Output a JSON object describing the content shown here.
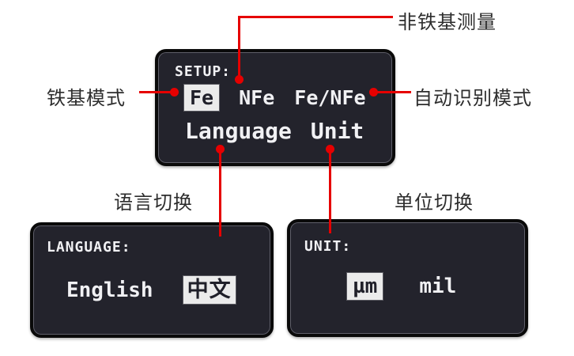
{
  "colors": {
    "annotation_red": "#e60000",
    "screen_bg": "#23232c",
    "screen_text": "#f1f1f4",
    "highlight_bg": "#ebebeb",
    "highlight_text": "#20202a",
    "label_text": "#2d2d2d"
  },
  "screens": {
    "setup": {
      "title": "SETUP:",
      "modes": [
        {
          "label": "Fe",
          "selected": true
        },
        {
          "label": "NFe",
          "selected": false
        },
        {
          "label": "Fe/NFe",
          "selected": false
        }
      ],
      "menu": [
        {
          "label": "Language"
        },
        {
          "label": "Unit"
        }
      ]
    },
    "language": {
      "title": "LANGUAGE:",
      "options": [
        {
          "label": "English",
          "selected": false
        },
        {
          "label": "中文",
          "selected": true
        }
      ]
    },
    "unit": {
      "title": "UNIT:",
      "options": [
        {
          "label": "µm",
          "selected": true
        },
        {
          "label": "mil",
          "selected": false
        }
      ]
    }
  },
  "annotations": {
    "nonferrous": {
      "label": "非铁基测量"
    },
    "ferrous": {
      "label": "铁基模式"
    },
    "auto_detect": {
      "label": "自动识别模式"
    },
    "language_switch": {
      "label": "语言切换"
    },
    "unit_switch": {
      "label": "单位切换"
    }
  }
}
